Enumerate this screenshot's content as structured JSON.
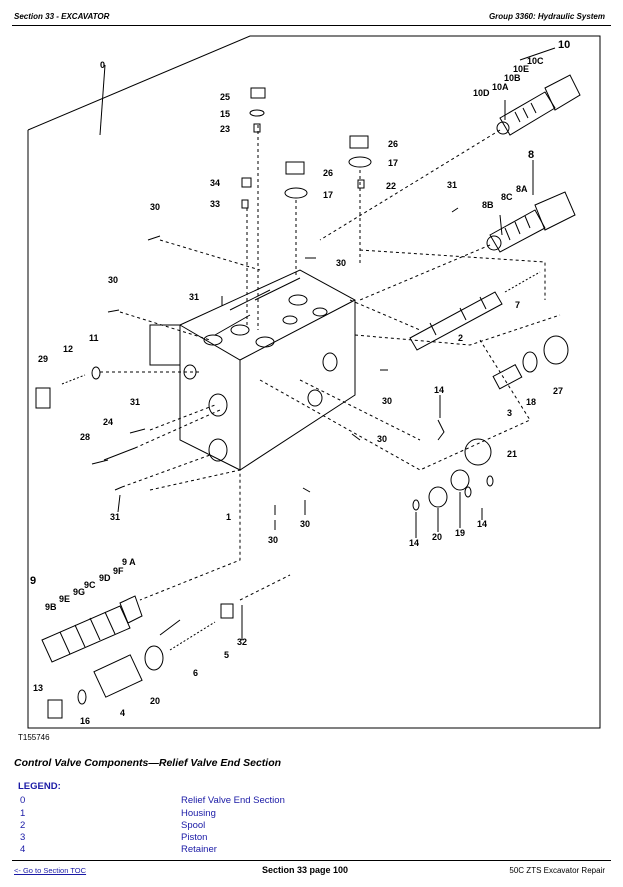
{
  "header": {
    "section": "Section 33 - EXCAVATOR",
    "group": "Group 3360: Hydraulic System"
  },
  "figure": {
    "id": "T155746",
    "caption": "Control Valve Components—Relief Valve End Section",
    "callouts": {
      "c0": "0",
      "c10": "10",
      "c10C": "10C",
      "c10E": "10E",
      "c10B": "10B",
      "c10A": "10A",
      "c10D": "10D",
      "c25": "25",
      "c15": "15",
      "c23": "23",
      "c26a": "26",
      "c17a": "17",
      "c26b": "26",
      "c17b": "17",
      "c34": "34",
      "c22": "22",
      "c33": "33",
      "c8": "8",
      "c8A": "8A",
      "c8C": "8C",
      "c8B": "8B",
      "c30a": "30",
      "c31a": "31",
      "c30b": "30",
      "c30c": "30",
      "c31b": "31",
      "c7": "7",
      "c11": "11",
      "c12": "12",
      "c29": "29",
      "c2": "2",
      "c27": "27",
      "c18": "18",
      "c3": "3",
      "c14a": "14",
      "c30d": "30",
      "c31c": "31",
      "c24": "24",
      "c28": "28",
      "c30e": "30",
      "c21": "21",
      "c14b": "14",
      "c31d": "31",
      "c1": "1",
      "c30f": "30",
      "c30g": "30",
      "c14c": "14",
      "c20a": "20",
      "c19": "19",
      "c9": "9",
      "c9A": "9 A",
      "c9F": "9F",
      "c9D": "9D",
      "c9C": "9C",
      "c9G": "9G",
      "c9E": "9E",
      "c9B": "9B",
      "c32": "32",
      "c5": "5",
      "c6": "6",
      "c20b": "20",
      "c13": "13",
      "c16": "16",
      "c4": "4"
    }
  },
  "legend": {
    "title": "LEGEND:",
    "items": [
      {
        "num": "0",
        "name": "Relief Valve End Section"
      },
      {
        "num": "1",
        "name": "Housing"
      },
      {
        "num": "2",
        "name": "Spool"
      },
      {
        "num": "3",
        "name": "Piston"
      },
      {
        "num": "4",
        "name": "Retainer"
      }
    ]
  },
  "footer": {
    "toc_link": "<- Go to Section TOC",
    "page": "Section 33 page 100",
    "manual": "50C ZTS Excavator Repair"
  }
}
